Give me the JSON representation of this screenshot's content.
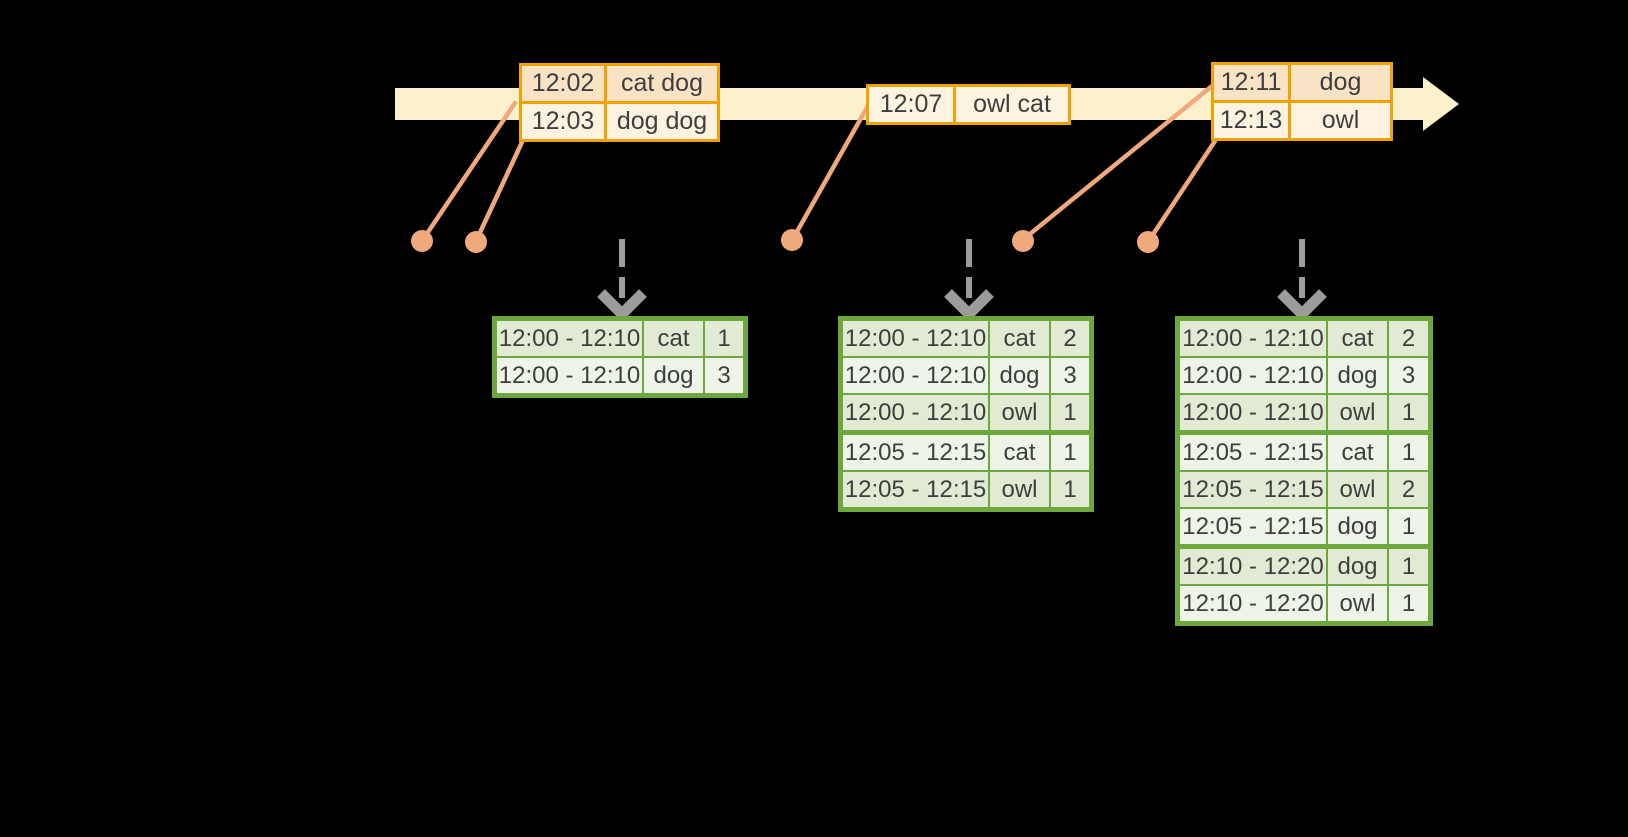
{
  "colors": {
    "background": "#000000",
    "bar_fill": "#FDF1CB",
    "event_border": "#F0A202",
    "event_row_dark": "#FAE3C5",
    "event_row_light": "#FDF3E0",
    "result_border": "#6EA73E",
    "result_row_dark": "#E1EBD4",
    "result_row_light": "#EFF4E9",
    "connector": "#F0A87D",
    "trigger_arrow": "#9C9C9C",
    "text": "#3E3E3E"
  },
  "icons": {
    "timeline_arrow": "right-arrow",
    "trigger_arrow": "dashed-down-arrow",
    "event_dot": "filled-circle"
  },
  "event_tables": [
    {
      "rows": [
        {
          "time": "12:02",
          "words": "cat dog"
        },
        {
          "time": "12:03",
          "words": "dog dog"
        }
      ]
    },
    {
      "start_alt": true,
      "rows": [
        {
          "time": "12:07",
          "words": "owl cat"
        }
      ]
    },
    {
      "rows": [
        {
          "time": "12:11",
          "words": "dog"
        },
        {
          "time": "12:13",
          "words": "owl"
        }
      ]
    }
  ],
  "result_tables": [
    {
      "rows": [
        {
          "window": "12:00 - 12:10",
          "word": "cat",
          "count": "1"
        },
        {
          "window": "12:00 - 12:10",
          "word": "dog",
          "count": "3"
        }
      ]
    },
    {
      "thick_after": [
        2
      ],
      "rows": [
        {
          "window": "12:00 - 12:10",
          "word": "cat",
          "count": "2"
        },
        {
          "window": "12:00 - 12:10",
          "word": "dog",
          "count": "3"
        },
        {
          "window": "12:00 - 12:10",
          "word": "owl",
          "count": "1"
        },
        {
          "window": "12:05 - 12:15",
          "word": "cat",
          "count": "1"
        },
        {
          "window": "12:05 - 12:15",
          "word": "owl",
          "count": "1"
        }
      ]
    },
    {
      "thick_after": [
        2,
        5
      ],
      "rows": [
        {
          "window": "12:00 - 12:10",
          "word": "cat",
          "count": "2"
        },
        {
          "window": "12:00 - 12:10",
          "word": "dog",
          "count": "3"
        },
        {
          "window": "12:00 - 12:10",
          "word": "owl",
          "count": "1"
        },
        {
          "window": "12:05 - 12:15",
          "word": "cat",
          "count": "1"
        },
        {
          "window": "12:05 - 12:15",
          "word": "owl",
          "count": "2"
        },
        {
          "window": "12:05 - 12:15",
          "word": "dog",
          "count": "1"
        },
        {
          "window": "12:10 - 12:20",
          "word": "dog",
          "count": "1"
        },
        {
          "window": "12:10 - 12:20",
          "word": "owl",
          "count": "1"
        }
      ]
    }
  ]
}
